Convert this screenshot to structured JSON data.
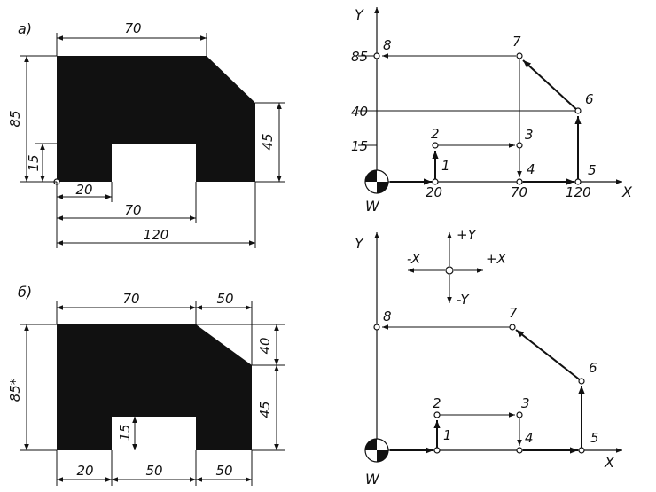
{
  "panel_a": {
    "label": "a)",
    "dims": {
      "top": "70",
      "left_total": "85",
      "left_small": "15",
      "right": "45",
      "b1": "20",
      "b2": "70",
      "b3": "120"
    }
  },
  "panel_b": {
    "label": "б)",
    "dims": {
      "top1": "70",
      "top2": "50",
      "left_total": "85*",
      "notch": "15",
      "r1": "40",
      "r2": "45",
      "b1": "20",
      "b2": "50",
      "b3": "50"
    }
  },
  "plot_a": {
    "axis_x": "X",
    "axis_y": "Y",
    "origin": "W",
    "y_ticks": [
      "85",
      "40",
      "15"
    ],
    "x_ticks": [
      "20",
      "70",
      "120"
    ],
    "points": [
      "1",
      "2",
      "3",
      "4",
      "5",
      "6",
      "7",
      "8"
    ]
  },
  "plot_b": {
    "axis_x": "X",
    "axis_y": "Y",
    "origin": "W",
    "dirs": {
      "py": "+Y",
      "my": "-Y",
      "px": "+X",
      "mx": "-X"
    },
    "points": [
      "1",
      "2",
      "3",
      "4",
      "5",
      "6",
      "7",
      "8"
    ]
  }
}
